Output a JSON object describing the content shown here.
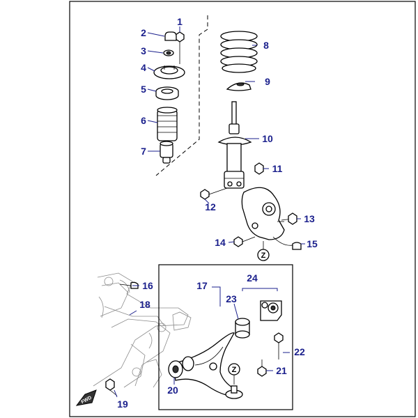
{
  "callouts": [
    {
      "id": "1",
      "text": "1"
    },
    {
      "id": "2",
      "text": "2"
    },
    {
      "id": "3",
      "text": "3"
    },
    {
      "id": "4",
      "text": "4"
    },
    {
      "id": "5",
      "text": "5"
    },
    {
      "id": "6",
      "text": "6"
    },
    {
      "id": "7",
      "text": "7"
    },
    {
      "id": "8",
      "text": "8"
    },
    {
      "id": "9",
      "text": "9"
    },
    {
      "id": "10",
      "text": "10"
    },
    {
      "id": "11",
      "text": "11"
    },
    {
      "id": "12",
      "text": "12"
    },
    {
      "id": "13",
      "text": "13"
    },
    {
      "id": "14",
      "text": "14"
    },
    {
      "id": "15",
      "text": "15"
    },
    {
      "id": "16",
      "text": "16"
    },
    {
      "id": "17",
      "text": "17"
    },
    {
      "id": "18",
      "text": "18"
    },
    {
      "id": "19",
      "text": "19"
    },
    {
      "id": "20",
      "text": "20"
    },
    {
      "id": "21",
      "text": "21"
    },
    {
      "id": "22",
      "text": "22"
    },
    {
      "id": "23",
      "text": "23"
    },
    {
      "id": "24",
      "text": "24"
    }
  ],
  "connectors": {
    "upper": "Z",
    "lower": "Z"
  },
  "direction_marker": "FWD",
  "colors": {
    "callout_text": "#1a1f8c",
    "line": "#000000",
    "background": "#ffffff"
  }
}
